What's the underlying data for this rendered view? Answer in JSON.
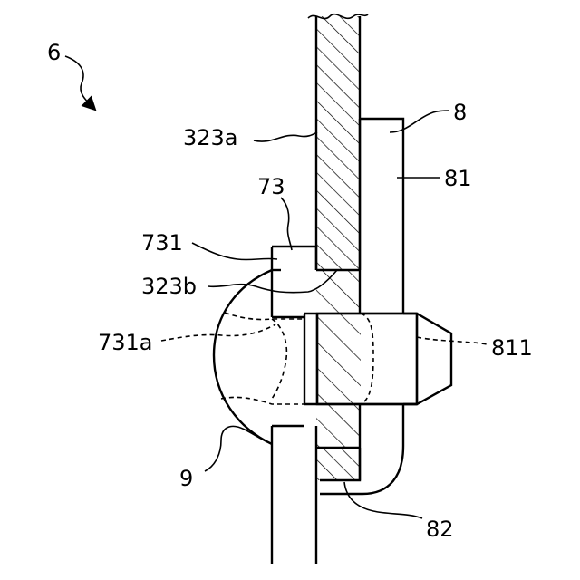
{
  "figure": {
    "labels": {
      "ref_6": "6",
      "ref_8": "8",
      "ref_323a": "323a",
      "ref_81": "81",
      "ref_73": "73",
      "ref_731": "731",
      "ref_323b": "323b",
      "ref_731a": "731a",
      "ref_811": "811",
      "ref_9": "9",
      "ref_82": "82"
    }
  }
}
